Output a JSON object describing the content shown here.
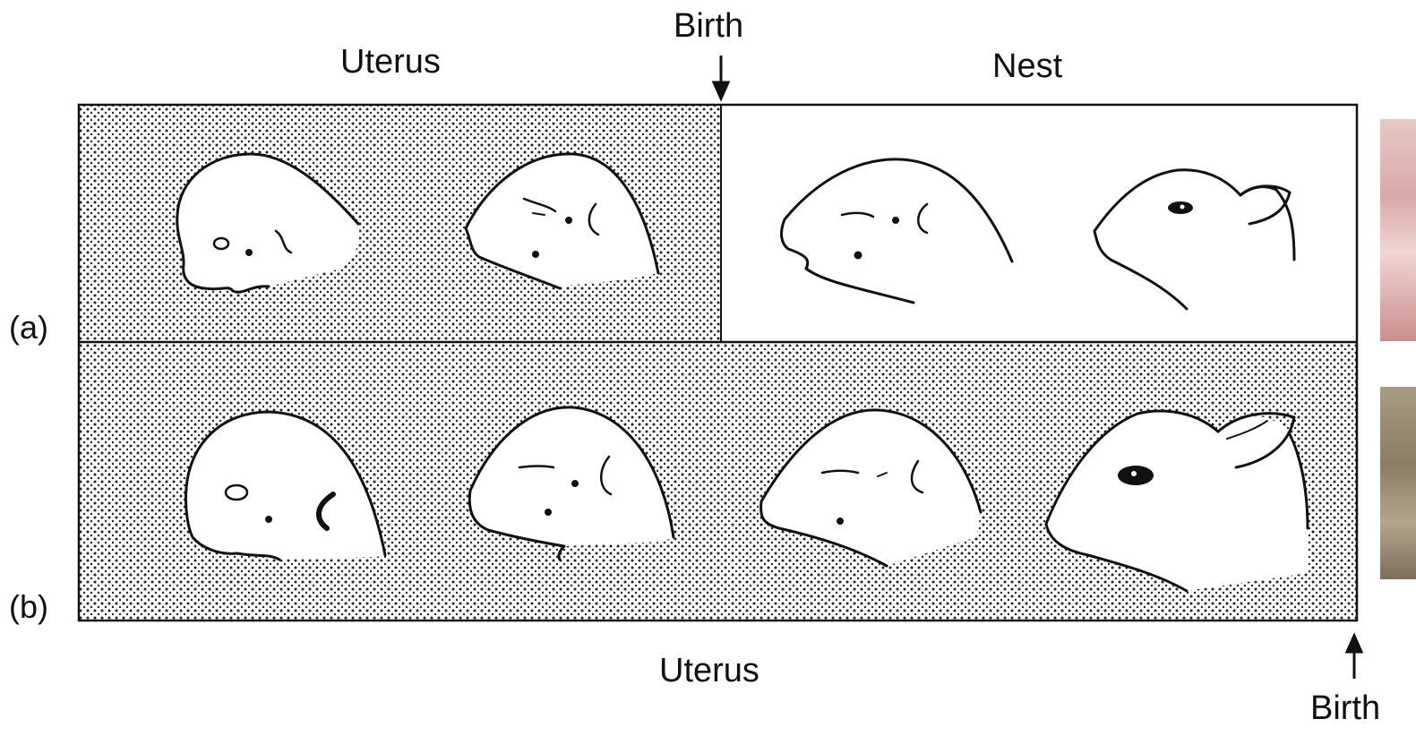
{
  "labels": {
    "uterus_top": "Uterus",
    "birth_top": "Birth",
    "nest": "Nest",
    "uterus_bottom": "Uterus",
    "birth_bottom": "Birth",
    "row_a": "(a)",
    "row_b": "(b)"
  },
  "rows": [
    {
      "id": "a",
      "segments": [
        "uterus",
        "nest"
      ],
      "stages": 4
    },
    {
      "id": "b",
      "segments": [
        "uterus"
      ],
      "stages": 4
    }
  ],
  "colors": {
    "ink": "#111111",
    "stipple": "#222222",
    "background": "#ffffff"
  }
}
